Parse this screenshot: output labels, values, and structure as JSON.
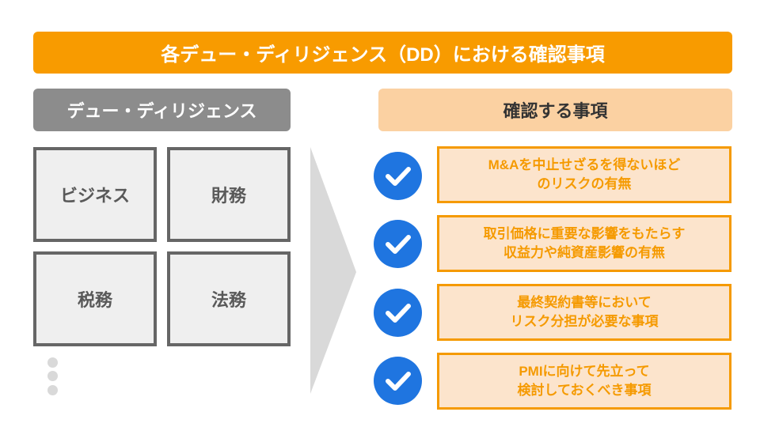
{
  "title": "各デュー・ディリジェンス（DD）における確認事項",
  "left_header": "デュー・ディリジェンス",
  "right_header": "確認する事項",
  "categories": [
    "ビジネス",
    "財務",
    "税務",
    "法務"
  ],
  "items": [
    {
      "line1": "M&Aを中止せざるを得ないほど",
      "line2": "のリスクの有無"
    },
    {
      "line1": "取引価格に重要な影響をもたらす",
      "line2": "収益力や純資産影響の有無"
    },
    {
      "line1": "最終契約書等において",
      "line2": "リスク分担が必要な事項"
    },
    {
      "line1": "PMIに向けて先立って",
      "line2": "検討しておくべき事項"
    }
  ],
  "colors": {
    "accent": "#F89B00",
    "check": "#1F75E0",
    "gray": "#8C8C8C"
  }
}
